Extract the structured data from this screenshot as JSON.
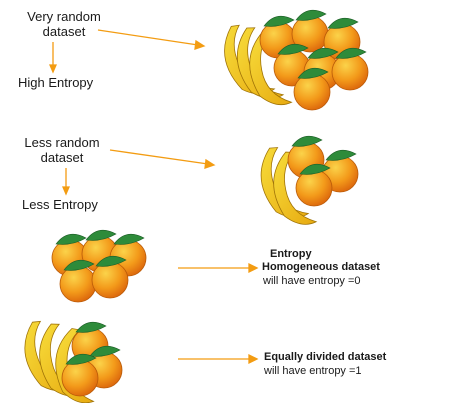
{
  "rows": [
    {
      "label_line1": "Very random",
      "label_line2": "dataset",
      "result": "High Entropy"
    },
    {
      "label_line1": "Less random",
      "label_line2": "dataset",
      "result": "Less Entropy"
    },
    {
      "title_line1": "Entropy",
      "title_line2": "Homogeneous dataset",
      "note": "will have entropy =0"
    },
    {
      "title_line1": "Equally divided dataset",
      "note": "will have entropy =1"
    }
  ],
  "colors": {
    "arrow": "#f39c12",
    "banana": "#f2c21b",
    "banana_edge": "#b8860b",
    "orange": "#f08a12",
    "orange_light": "#f7c948",
    "leaf": "#2e8b3a"
  },
  "icons": [
    "fruit-pile-mixed-large",
    "fruit-pile-mixed-small",
    "orange-pile",
    "fruit-pile-half"
  ]
}
